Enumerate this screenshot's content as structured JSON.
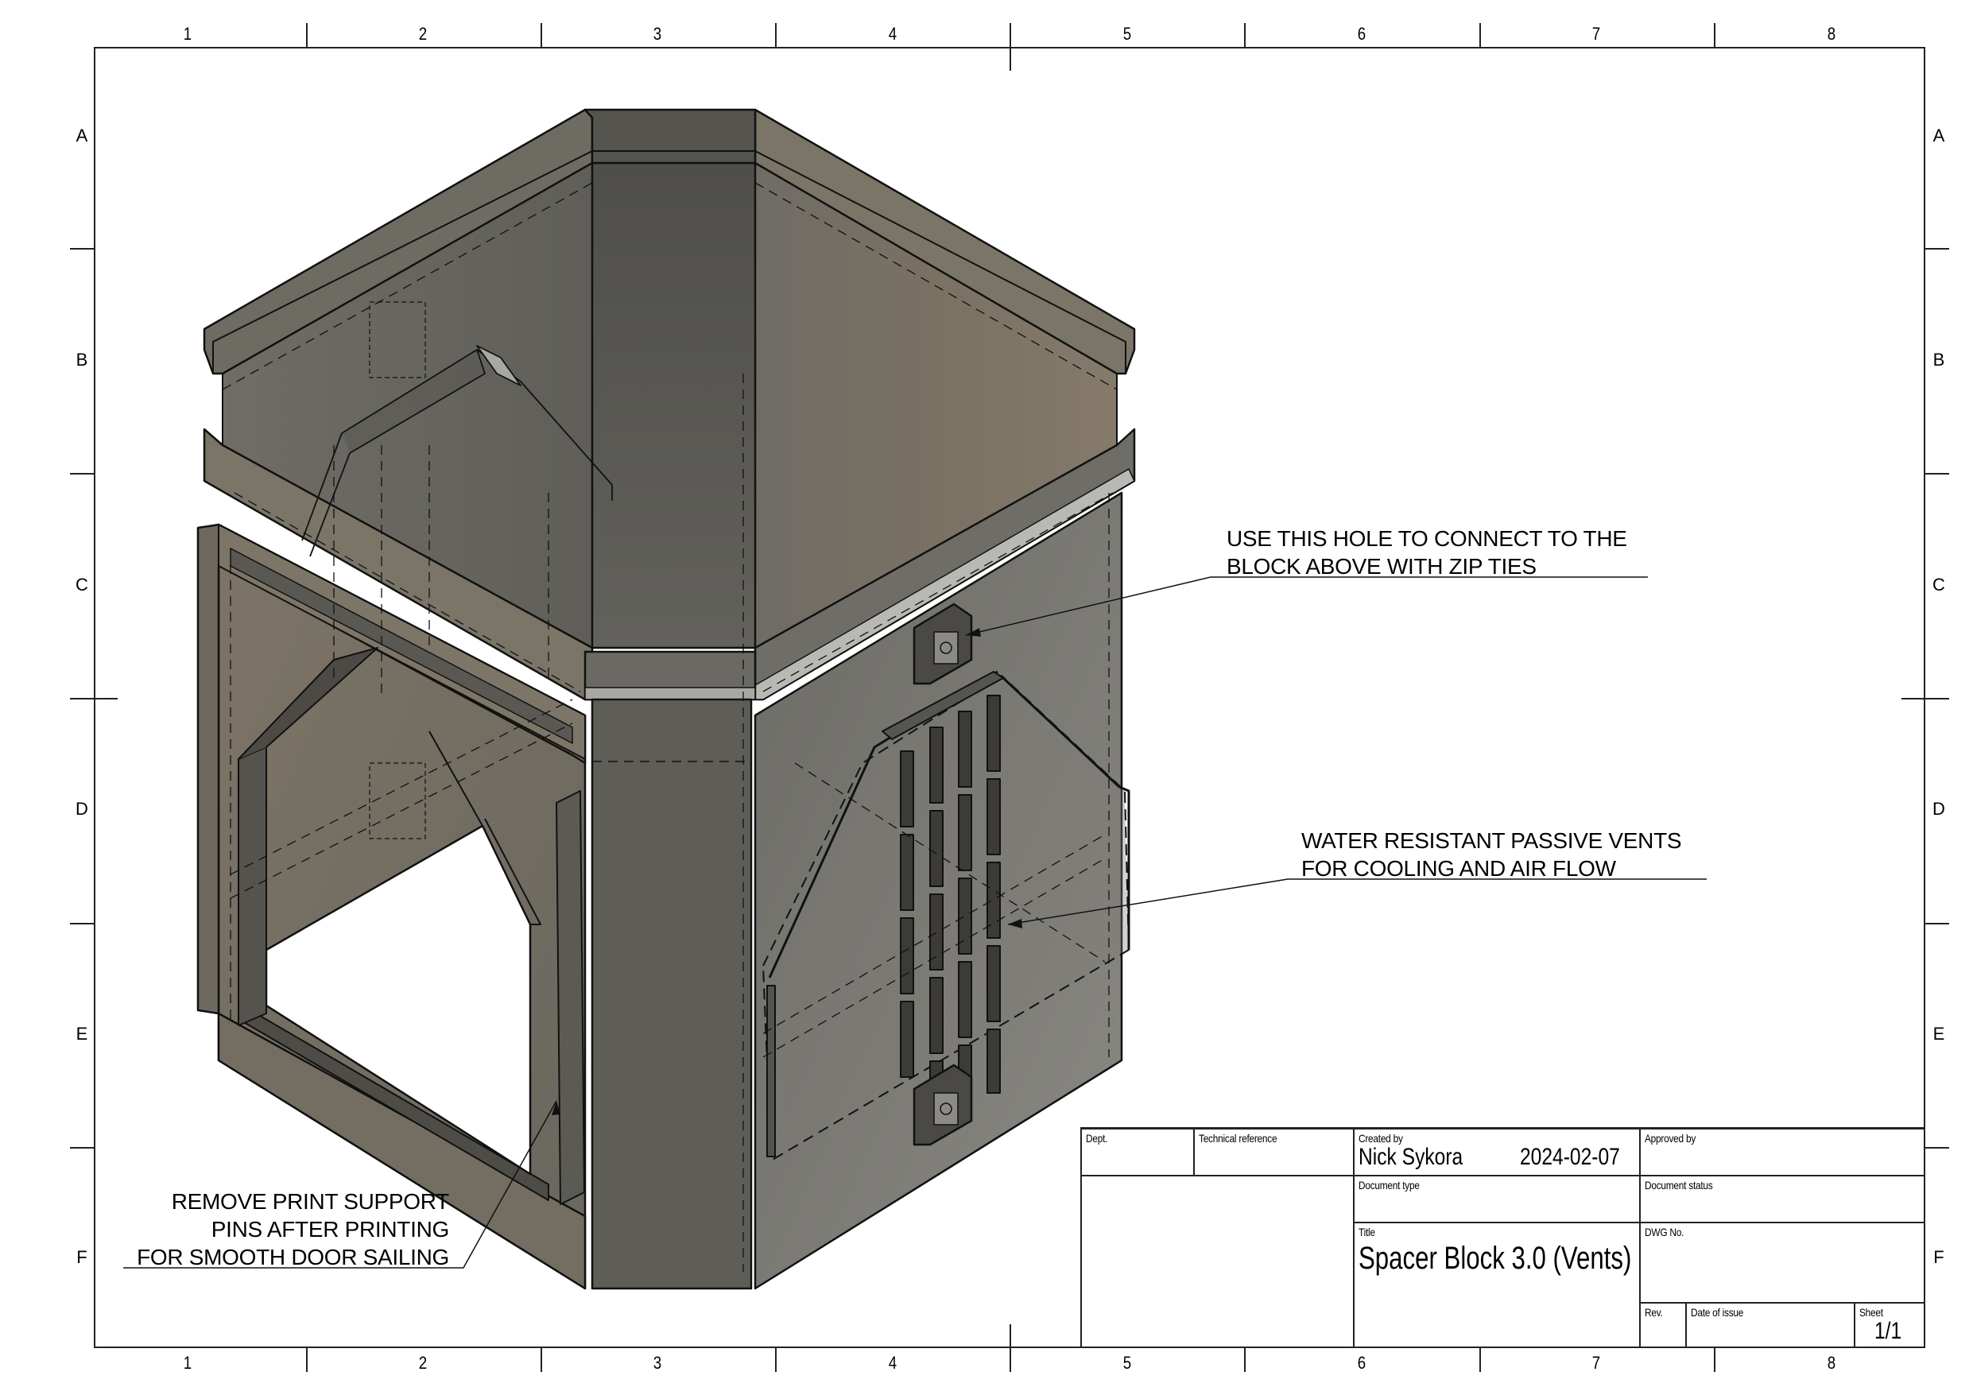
{
  "sheet": {
    "zone_columns": [
      "1",
      "2",
      "3",
      "4",
      "5",
      "6",
      "7",
      "8"
    ],
    "zone_rows": [
      "A",
      "B",
      "C",
      "D",
      "E",
      "F"
    ]
  },
  "annotations": {
    "zip_ties": {
      "lines": [
        "USE THIS HOLE TO CONNECT TO THE",
        "BLOCK ABOVE WITH ZIP TIES"
      ]
    },
    "vents": {
      "lines": [
        "WATER RESISTANT PASSIVE VENTS",
        "FOR COOLING AND AIR FLOW"
      ]
    },
    "supports": {
      "lines": [
        "REMOVE PRINT SUPPORT",
        "PINS AFTER PRINTING",
        "FOR SMOOTH DOOR SAILING"
      ]
    }
  },
  "title_block": {
    "dept_label": "Dept.",
    "dept_value": "",
    "tech_ref_label": "Technical reference",
    "tech_ref_value": "",
    "created_by_label": "Created by",
    "created_by_value": "Nick Sykora",
    "created_date": "2024-02-07",
    "approved_by_label": "Approved by",
    "approved_by_value": "",
    "doc_type_label": "Document type",
    "doc_type_value": "",
    "doc_status_label": "Document status",
    "doc_status_value": "",
    "title_label": "Title",
    "title_value": "Spacer Block 3.0 (Vents)",
    "dwg_no_label": "DWG No.",
    "dwg_no_value": "",
    "rev_label": "Rev.",
    "rev_value": "",
    "date_of_issue_label": "Date of issue",
    "date_of_issue_value": "",
    "sheet_label": "Sheet",
    "sheet_value": "1/1"
  },
  "colors": {
    "line": "#111111",
    "body_dark": "#5e5d58",
    "body_mid": "#6f6d66",
    "body_warm": "#7a7061",
    "body_light": "#8a8880",
    "highlight": "#b9b8b2"
  }
}
